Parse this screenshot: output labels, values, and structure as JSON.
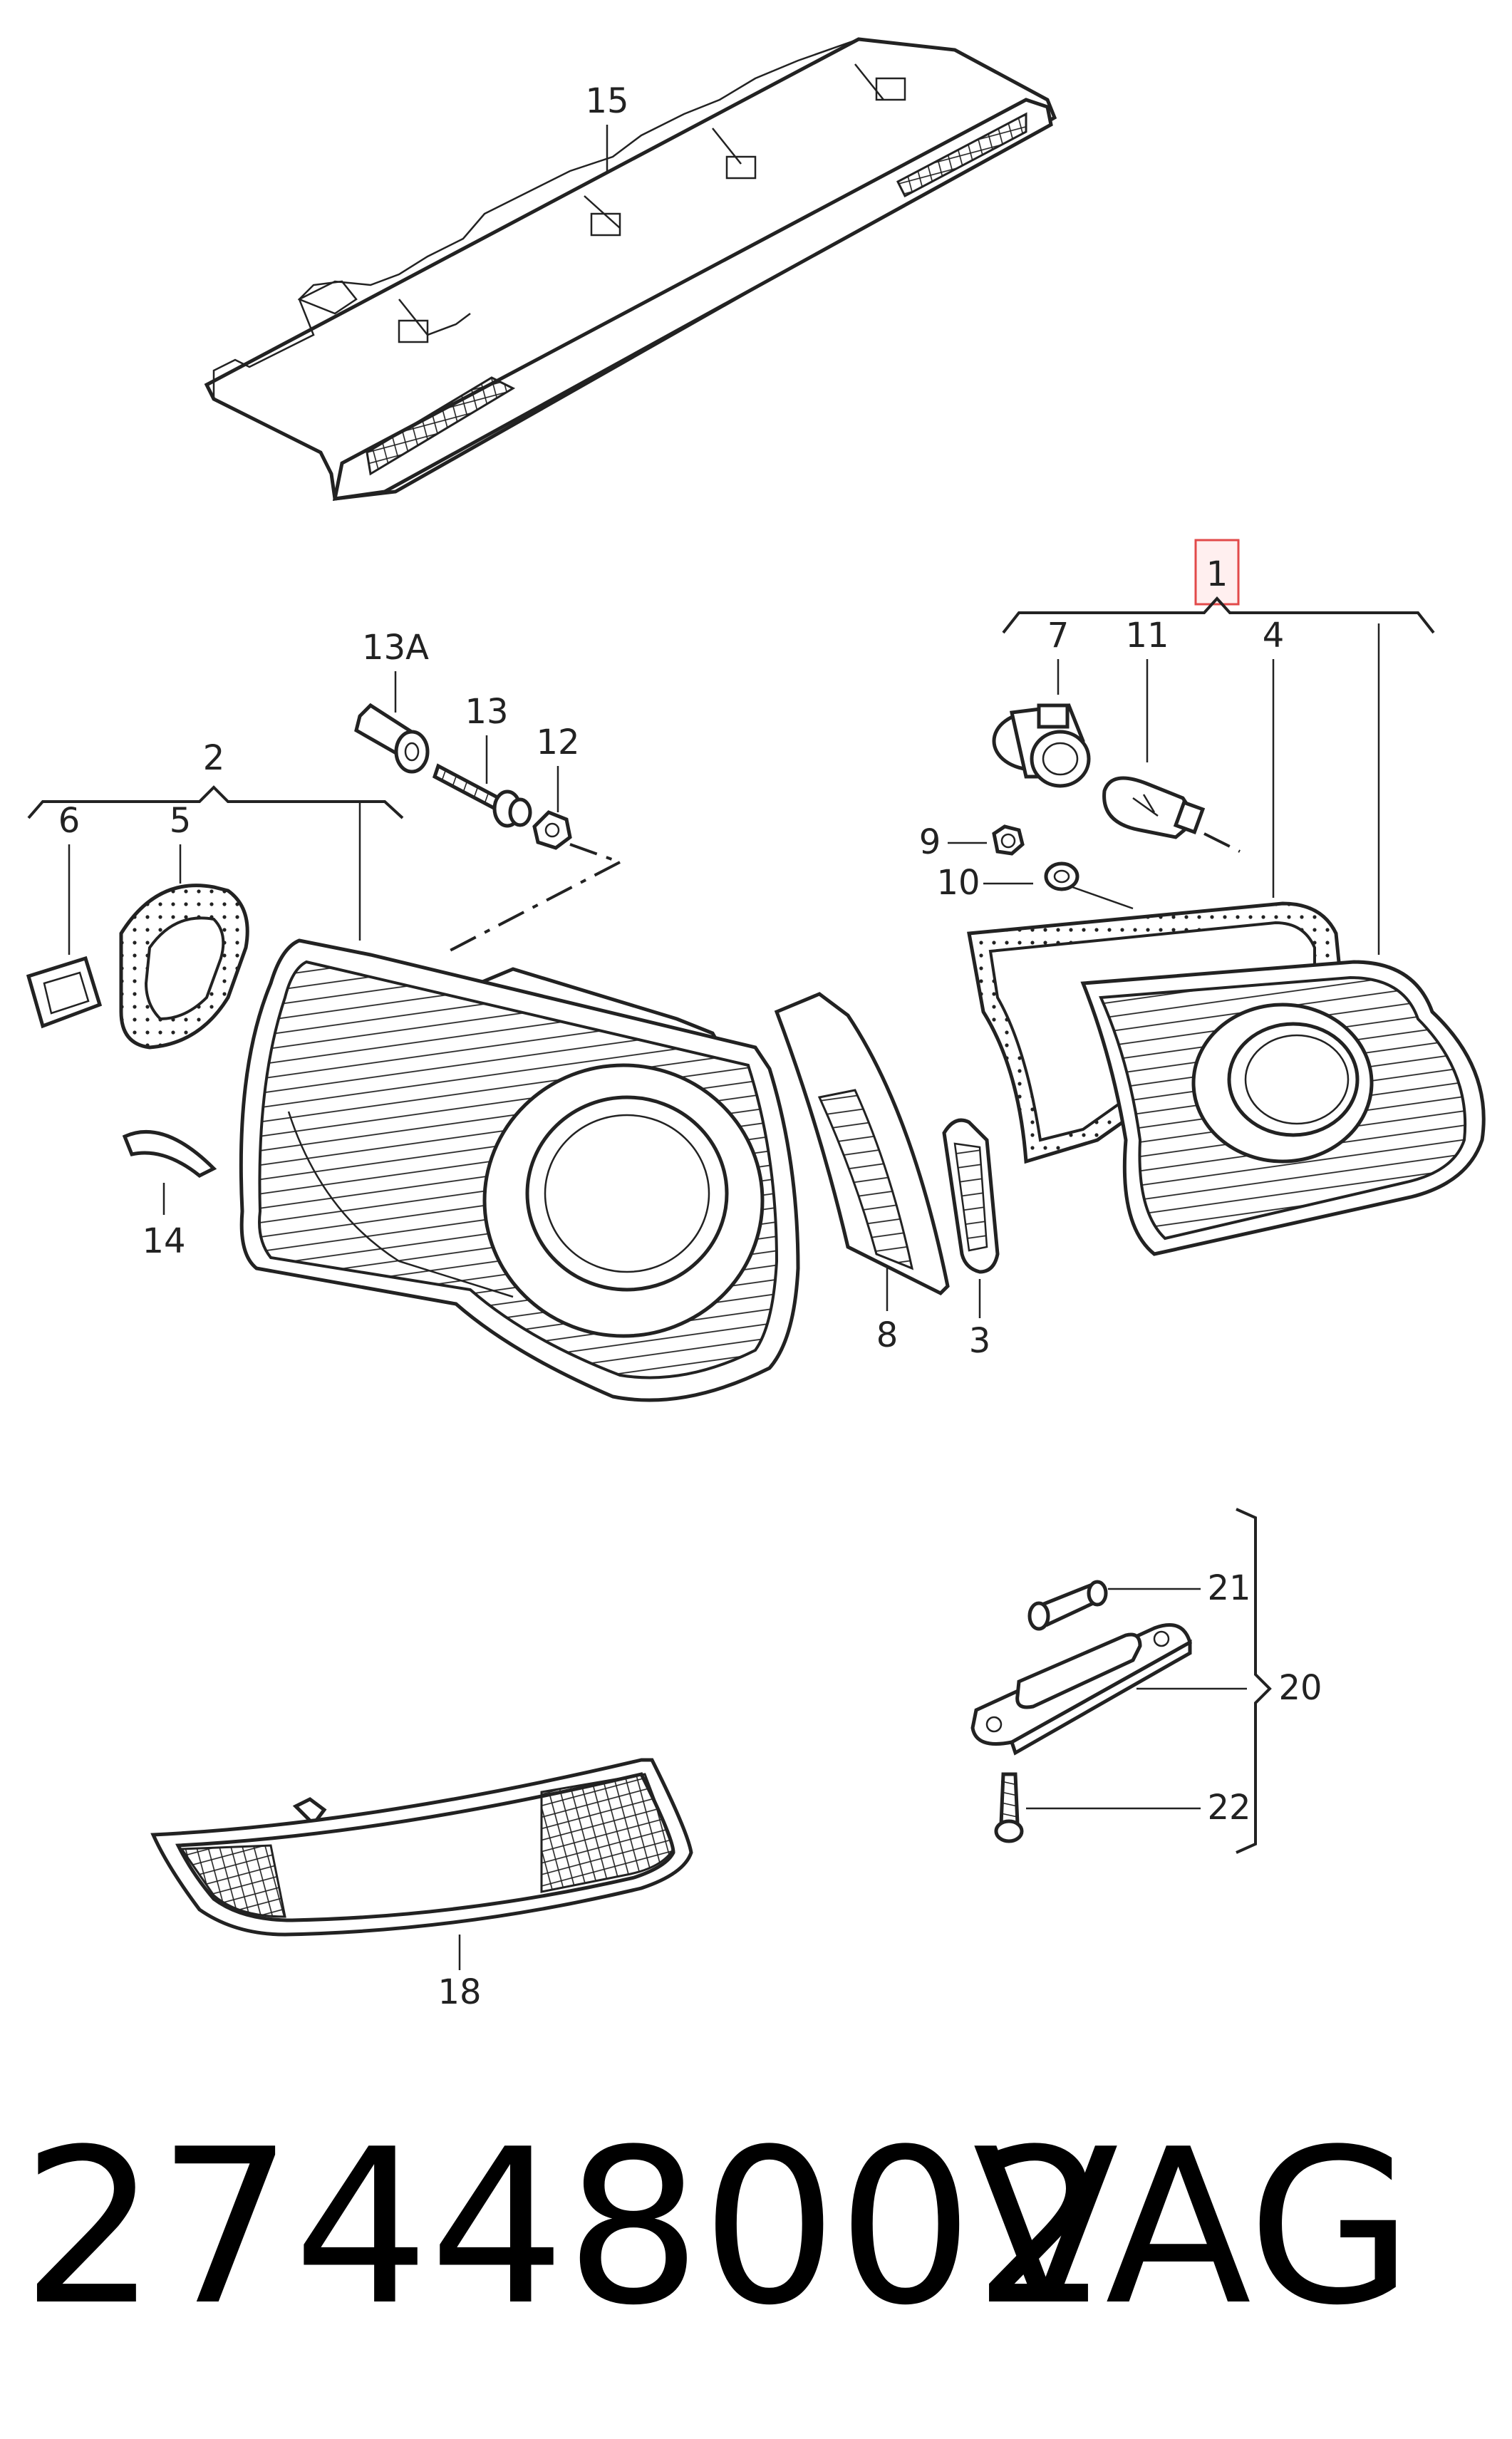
{
  "callouts": {
    "c1": "1",
    "c2": "2",
    "c3": "3",
    "c4": "4",
    "c5": "5",
    "c6": "6",
    "c7": "7",
    "c8": "8",
    "c9": "9",
    "c10": "10",
    "c11": "11",
    "c12": "12",
    "c13": "13",
    "c13a": "13A",
    "c14": "14",
    "c15": "15",
    "c18": "18",
    "c20": "20",
    "c21": "21",
    "c22": "22"
  },
  "footer": {
    "part_number": "27448002",
    "brand": "VAG"
  },
  "colors": {
    "line": "#222222",
    "highlight_border": "#e24a4a"
  }
}
